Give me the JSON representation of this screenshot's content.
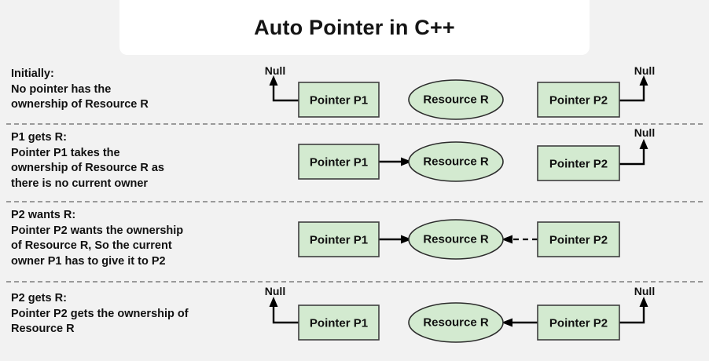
{
  "title": "Auto Pointer in C++",
  "labels": {
    "pointer_p1": "Pointer P1",
    "pointer_p2": "Pointer P2",
    "resource_r": "Resource R",
    "null": "Null"
  },
  "colors": {
    "page_background": "#f2f2f2",
    "title_card": "#ffffff",
    "node_fill": "#d3ead0",
    "node_stroke": "#3f3f3f",
    "link": "#000000",
    "separator": "#9a9a9a",
    "text": "#111111"
  },
  "rows": [
    {
      "heading": "Initially:",
      "description": "No pointer has the\nownership of Resource R",
      "caption": "Initially:\nNo pointer has the\nownership of Resource R",
      "p1_target": "Null",
      "p2_target": "Null",
      "p1_link_style": "solid",
      "p2_link_style": "solid",
      "p1_null_visible": true,
      "p2_null_visible": true
    },
    {
      "heading": "P1 gets R:",
      "description": "Pointer P1 takes the\nownership of Resource R as\nthere is no current owner",
      "caption": "P1 gets R:\nPointer P1 takes the\nownership of Resource R as\nthere is no current owner",
      "p1_target": "Resource R",
      "p2_target": "Null",
      "p1_link_style": "solid",
      "p2_link_style": "solid",
      "p1_null_visible": false,
      "p2_null_visible": true
    },
    {
      "heading": "P2 wants R:",
      "description": "Pointer P2 wants the ownership\nof Resource R, So the current\nowner P1 has to give it to P2",
      "caption": "P2 wants R:\nPointer P2 wants the ownership\nof Resource R, So the current\nowner P1 has to give it to P2",
      "p1_target": "Resource R",
      "p2_target": "Resource R",
      "p1_link_style": "solid",
      "p2_link_style": "dashed",
      "p1_null_visible": false,
      "p2_null_visible": false
    },
    {
      "heading": "P2 gets R:",
      "description": "Pointer P2 gets the ownership of\nResource R",
      "caption": "P2 gets R:\nPointer P2 gets the ownership of\nResource R",
      "p1_target": "Null",
      "p2_target": "Resource R",
      "p1_link_style": "solid",
      "p2_link_style": "solid",
      "p1_null_visible": true,
      "p2_null_visible": true
    }
  ]
}
